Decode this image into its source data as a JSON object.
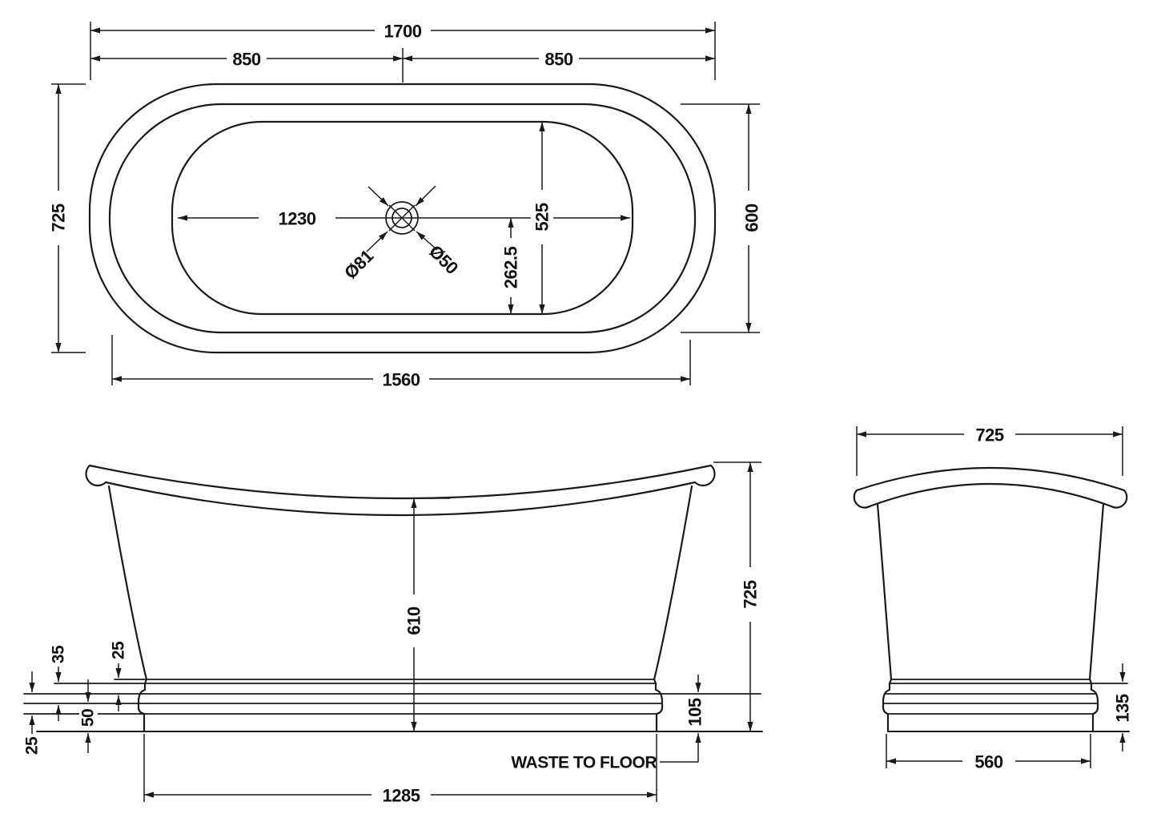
{
  "colors": {
    "background": "#ffffff",
    "line": "#1a1a1a",
    "text": "#111111"
  },
  "plan": {
    "overall_length": "1700",
    "left_half": "850",
    "right_half": "850",
    "overall_width": "725",
    "rim_length": "1560",
    "rim_width": "600",
    "internal_length": "1230",
    "internal_width": "525",
    "drain_offset": "262.5",
    "drain_waste_dia": "Ø81",
    "drain_outlet_dia": "Ø50"
  },
  "front": {
    "internal_depth": "610",
    "overall_height": "725",
    "base_length": "1285",
    "waste_label": "WASTE TO FLOOR",
    "waste_height": "105",
    "trim_top": "35",
    "trim_upper": "25",
    "trim_lower": "50",
    "trim_bottom": "25"
  },
  "side": {
    "overall_width": "725",
    "plinth_height": "135",
    "base_width": "560"
  }
}
